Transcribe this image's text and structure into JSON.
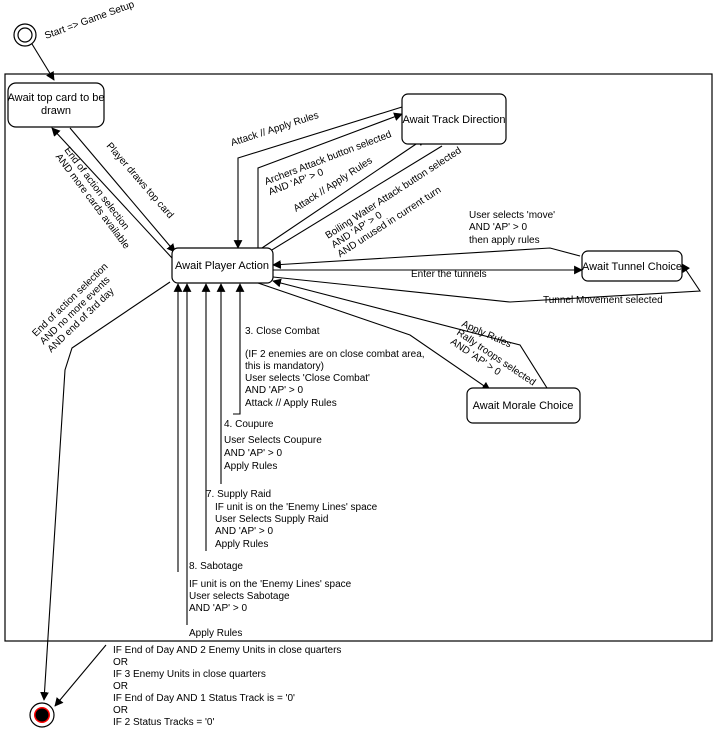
{
  "states": {
    "await_top_card": [
      "Await top card to be",
      "drawn"
    ],
    "await_track_direction": "Await Track Direction",
    "await_player_action": "Await Player Action",
    "await_tunnel_choice": "Await Tunnel Choice",
    "await_morale_choice": "Await Morale Choice"
  },
  "transitions": {
    "start": "Start => Game Setup",
    "draw_top_card": "Player draws top card",
    "end_of_action_more_cards": [
      "End of action selection",
      "AND more cards available"
    ],
    "end_of_day3": [
      "End of action selection",
      "AND no more events",
      "AND end of 3rd day"
    ],
    "attack_apply_rules_top": "Attack // Apply Rules",
    "archers_attack": [
      "Archers Attack button selected",
      "AND 'AP' > 0"
    ],
    "attack_apply_rules_mid": "Attack // Apply Rules",
    "boiling_water": [
      "Boiling Water Attack button selected",
      "AND 'AP' > 0",
      "AND unused in current turn"
    ],
    "user_selects_move": [
      "User selects 'move'",
      "AND 'AP' > 0",
      "then apply rules"
    ],
    "enter_tunnels": "Enter the tunnels",
    "tunnel_movement": "Tunnel Movement selected",
    "apply_rules_morale": "Apply Rules",
    "rally_troops": [
      "Rally troops selected",
      "AND 'AP' > 0"
    ],
    "close_combat": [
      "3. Close Combat",
      "",
      "(IF 2 enemies are on close combat area,",
      " this is mandatory)",
      "User selects 'Close Combat'",
      "AND 'AP' > 0",
      "Attack // Apply Rules"
    ],
    "coupure": [
      "4. Coupure",
      "",
      "User Selects Coupure",
      "AND 'AP' > 0",
      "Apply Rules"
    ],
    "supply_raid": [
      "7. Supply Raid",
      "IF unit is on the 'Enemy Lines' space",
      "User Selects Supply Raid",
      "AND 'AP' > 0",
      "Apply Rules"
    ],
    "sabotage": [
      "8. Sabotage",
      "",
      "IF unit is on the 'Enemy Lines' space",
      "User selects Sabotage",
      "AND 'AP' > 0",
      "",
      "Apply Rules"
    ],
    "game_end": [
      "IF End of Day AND 2 Enemy Units in close quarters",
      "OR",
      "IF 3 Enemy Units in close quarters",
      "OR",
      "IF End of Day AND 1 Status Track is = '0'",
      "OR",
      "IF 2 Status Tracks = '0'"
    ]
  }
}
